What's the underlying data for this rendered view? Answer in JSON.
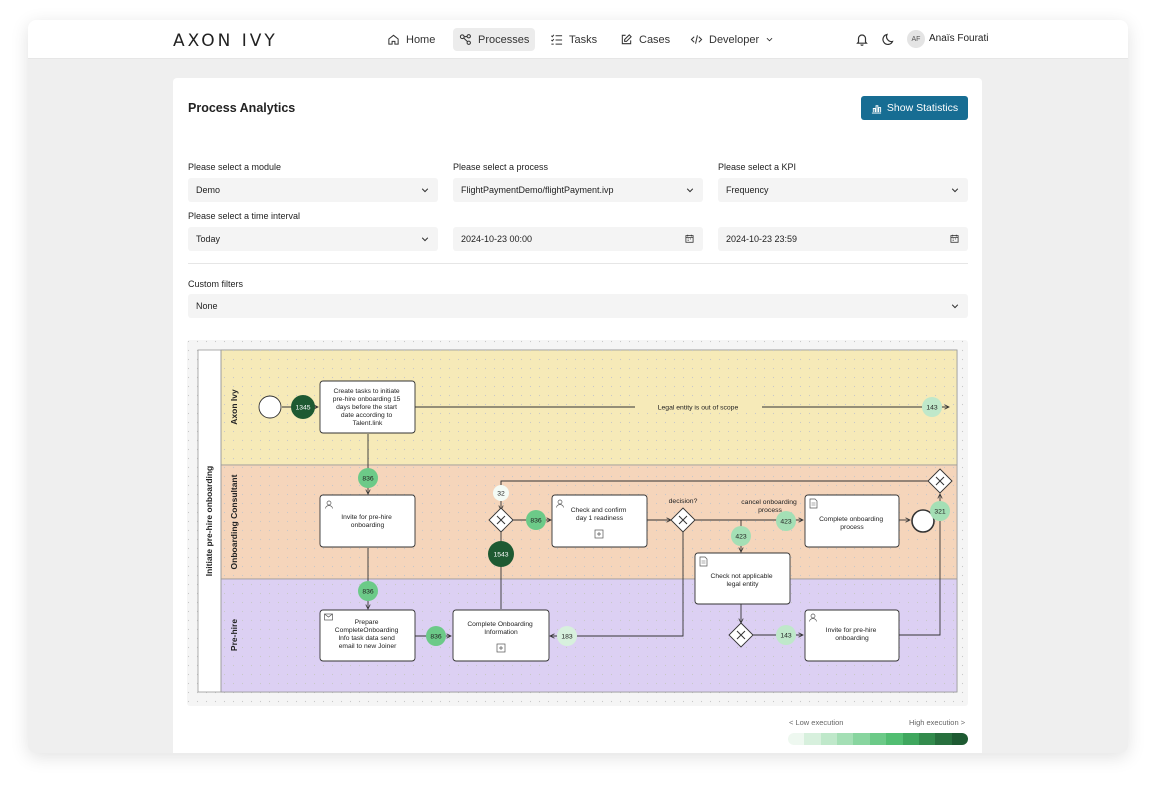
{
  "header": {
    "logo": "AXON IVY",
    "nav": [
      {
        "label": "Home",
        "icon": "home-icon"
      },
      {
        "label": "Processes",
        "icon": "processes-icon",
        "active": true
      },
      {
        "label": "Tasks",
        "icon": "tasks-icon"
      },
      {
        "label": "Cases",
        "icon": "cases-icon"
      },
      {
        "label": "Developer",
        "icon": "code-icon",
        "dropdown": true
      }
    ],
    "user_initials": "AF",
    "user_name": "Anaïs Fourati"
  },
  "page": {
    "title": "Process Analytics",
    "show_statistics": "Show Statistics",
    "module_label": "Please select a module",
    "module_value": "Demo",
    "process_label": "Please select a process",
    "process_value": "FlightPaymentDemo/flightPayment.ivp",
    "kpi_label": "Please select a KPI",
    "kpi_value": "Frequency",
    "interval_label": "Please select a time interval",
    "interval_value": "Today",
    "start_value": "2024-10-23 00:00",
    "end_value": "2024-10-23 23:59",
    "custom_filters_label": "Custom filters",
    "custom_filters_value": "None"
  },
  "diagram": {
    "pool_label": "Initiate pre-hire onboarding",
    "lanes": [
      {
        "label": "Axon Ivy",
        "color": "#f6eab8"
      },
      {
        "label": "Onboarding Consultant",
        "color": "#f5d5bb"
      },
      {
        "label": "Pre-hire",
        "color": "#dcd0f3"
      }
    ],
    "tasks": {
      "create_tasks": [
        "Create tasks to initiate",
        "pre-hire onboarding 15",
        "days before the start",
        "date according to",
        "Talent.link"
      ],
      "invite_prehire": [
        "Invite for pre-hire",
        "onboarding"
      ],
      "check_confirm": [
        "Check and confirm",
        "day 1 readiness"
      ],
      "complete_process": [
        "Complete onboarding",
        "process"
      ],
      "check_not_applicable": [
        "Check not applicable",
        "legal entity"
      ],
      "prepare": [
        "Prepare",
        "CompleteOnboarding",
        "Info task data send",
        "email to new Joiner"
      ],
      "complete_info": [
        "Complete Onboarding",
        "Information"
      ],
      "invite_prehire_2": [
        "Invite for pre-hire",
        "onboarding"
      ]
    },
    "edge_labels": {
      "out_of_scope": "Legal entity is out of scope",
      "decision": "decision?",
      "cancel": [
        "cancel onboarding",
        "process"
      ]
    },
    "counts": {
      "c1345": "1345",
      "c143a": "143",
      "c836a": "836",
      "c836b": "836",
      "c32": "32",
      "c836c": "836",
      "c1543": "1543",
      "c423a": "423",
      "c423b": "423",
      "c321": "321",
      "c836d": "836",
      "c183": "183",
      "c143b": "143"
    }
  },
  "legend": {
    "low": "< Low execution",
    "high": "High execution >",
    "colors": [
      "#eef8f0",
      "#d7f0dd",
      "#bfe8ca",
      "#a4dfb5",
      "#88d59f",
      "#6cca88",
      "#52be72",
      "#3fa75e",
      "#338b4d",
      "#28703e",
      "#1e5a32"
    ]
  }
}
